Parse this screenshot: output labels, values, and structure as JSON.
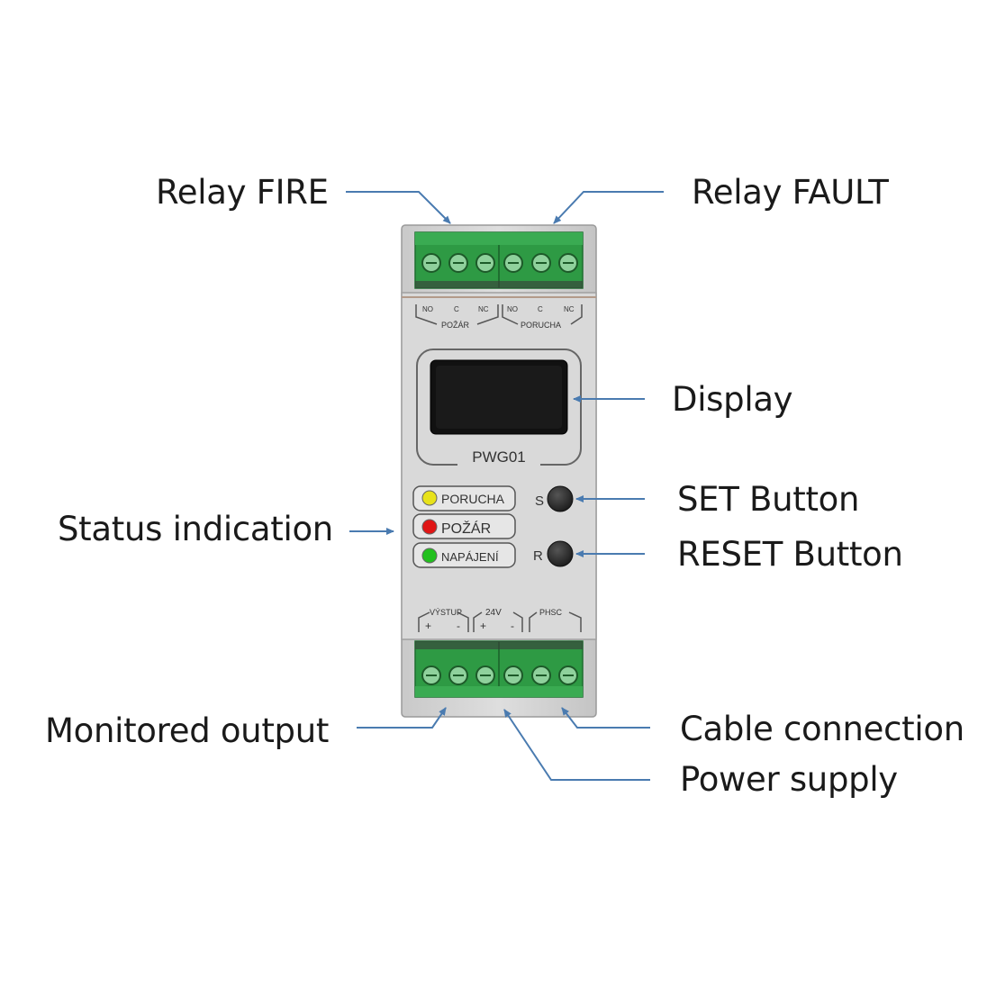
{
  "callouts": {
    "relay_fire": "Relay FIRE",
    "relay_fault": "Relay FAULT",
    "display": "Display",
    "set_button": "SET Button",
    "reset_button": "RESET Button",
    "status_indication": "Status indication",
    "monitored_output": "Monitored output",
    "cable_connection": "Cable connection",
    "power_supply": "Power supply"
  },
  "device": {
    "model": "PWG01",
    "top_terminals": {
      "fire_group": "POŽÁR",
      "fault_group": "PORUCHA",
      "pins": [
        "NO",
        "C",
        "NC"
      ]
    },
    "leds": [
      {
        "label": "PORUCHA",
        "color": "#e8e21a"
      },
      {
        "label": "POŽÁR",
        "color": "#e01515"
      },
      {
        "label": "NAPÁJENÍ",
        "color": "#22c01e"
      }
    ],
    "buttons": {
      "set": "S",
      "reset": "R"
    },
    "bottom_terminals": {
      "output_group": "VÝSTUP",
      "power_group": "24V",
      "cable_group": "PHSC",
      "plus": "+",
      "minus": "-"
    }
  },
  "colors": {
    "terminal_green": "#2e9a44",
    "housing": "#d8d8d8",
    "arrow": "#4a7bb0"
  }
}
